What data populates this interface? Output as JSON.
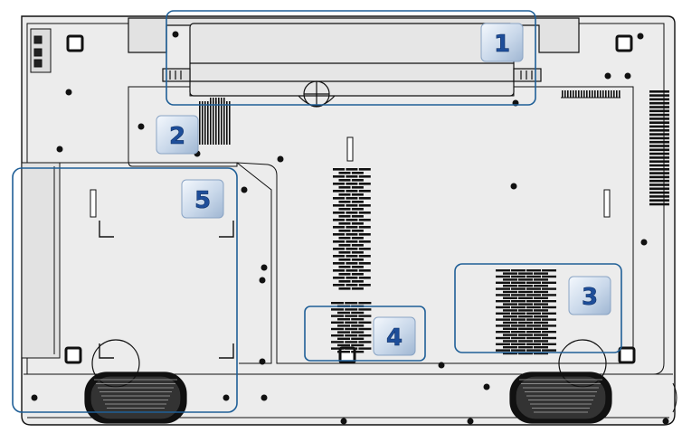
{
  "diagram": {
    "subject": "laptop-bottom-view",
    "palette": {
      "outline": "#111111",
      "body_fill": "#ececec",
      "callout_border": "#1f5f97",
      "badge_fill": "#c8d8ea",
      "badge_text": "#1e4e9a"
    },
    "callouts": [
      {
        "id": "1",
        "label": "1",
        "part": "battery-bay"
      },
      {
        "id": "2",
        "label": "2",
        "part": "cooling-fan-vent-left"
      },
      {
        "id": "3",
        "label": "3",
        "part": "vent-grille-right"
      },
      {
        "id": "4",
        "label": "4",
        "part": "vent-grille-center"
      },
      {
        "id": "5",
        "label": "5",
        "part": "optical-drive-bay"
      }
    ]
  }
}
